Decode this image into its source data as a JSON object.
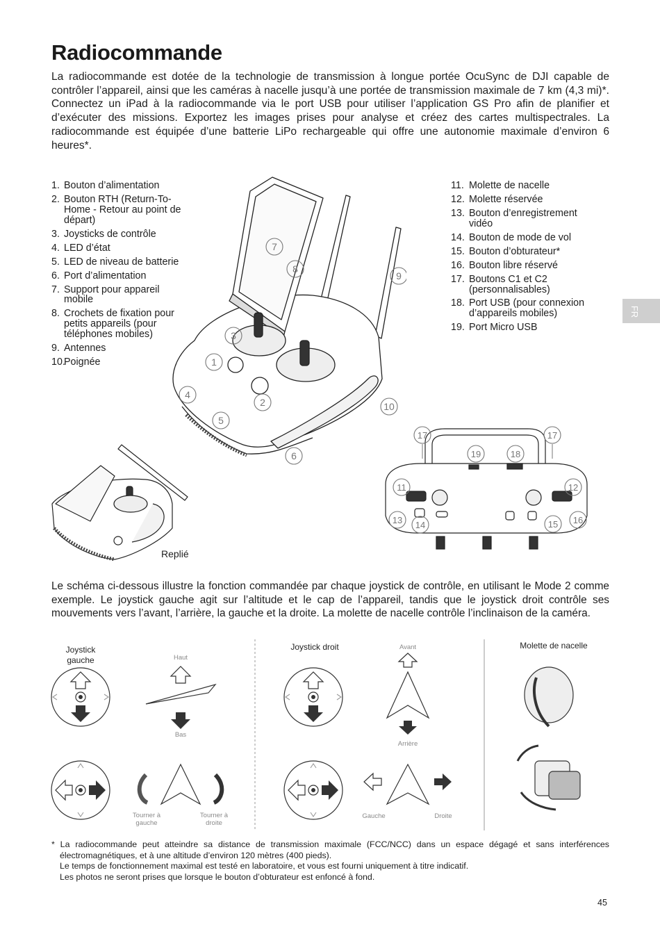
{
  "page": {
    "title": "Radiocommande",
    "intro": "La radiocommande est dotée de la technologie de transmission à longue portée OcuSync de DJI capable de contrôler l’appareil, ainsi que les caméras à nacelle jusqu’à une portée de transmission maximale de 7 km (4,3 mi)*. Connectez un iPad à la radiocommande via le port USB pour utiliser l’application GS Pro afin de planifier et d’exécuter des missions. Exportez les images prises pour analyse et créez des cartes multispectrales. La radiocommande est équipée d’une batterie LiPo rechargeable qui offre une autonomie maximale d’environ 6 heures*.",
    "lang_tab": "FR",
    "page_number": "45"
  },
  "parts_left": [
    {
      "num": "1.",
      "label": "Bouton d’alimentation"
    },
    {
      "num": "2.",
      "label": "Bouton RTH (Return-To-Home - Retour au point de départ)"
    },
    {
      "num": "3.",
      "label": "Joysticks de contrôle"
    },
    {
      "num": "4.",
      "label": "LED d’état"
    },
    {
      "num": "5.",
      "label": "LED de niveau de batterie"
    },
    {
      "num": "6.",
      "label": "Port d’alimentation"
    },
    {
      "num": "7.",
      "label": "Support pour appareil mobile"
    },
    {
      "num": "8.",
      "label": "Crochets de fixation pour petits appareils (pour téléphones mobiles)"
    },
    {
      "num": "9.",
      "label": "Antennes"
    },
    {
      "num": "10.",
      "label": "Poignée"
    }
  ],
  "parts_right": [
    {
      "num": "11.",
      "label": "Molette de nacelle"
    },
    {
      "num": "12.",
      "label": "Molette réservée"
    },
    {
      "num": "13.",
      "label": "Bouton d’enregistrement vidéo"
    },
    {
      "num": "14.",
      "label": "Bouton de mode de vol"
    },
    {
      "num": "15.",
      "label": "Bouton d’obturateur*"
    },
    {
      "num": "16.",
      "label": "Bouton libre réservé"
    },
    {
      "num": "17.",
      "label": "Boutons C1 et C2 (personnalisables)"
    },
    {
      "num": "18.",
      "label": "Port USB (pour connexion d’appareils mobiles)"
    },
    {
      "num": "19.",
      "label": "Port Micro USB"
    }
  ],
  "figure_labels": {
    "folded_caption": "Replié",
    "callouts_front": [
      "1",
      "2",
      "3",
      "4",
      "5",
      "6",
      "7",
      "8",
      "9",
      "10"
    ],
    "callouts_back": [
      "11",
      "12",
      "13",
      "14",
      "15",
      "16",
      "17",
      "17",
      "18",
      "19"
    ]
  },
  "paragraph2": "Le schéma ci-dessous illustre la fonction commandée par chaque joystick de contrôle, en utilisant le Mode 2 comme exemple. Le joystick gauche agit sur l’altitude et le cap de l’appareil, tandis que le joystick droit contrôle ses mouvements vers l’avant, l’arrière, la gauche et la droite. La molette de nacelle contrôle l’inclinaison de la caméra.",
  "stick_diagram": {
    "left_title": "Joystick gauche",
    "right_title": "Joystick droit",
    "gimbal_title": "Molette de nacelle",
    "up": "Haut",
    "down": "Bas",
    "turn_left": "Tourner à gauche",
    "turn_right": "Tourner à droite",
    "forward": "Avant",
    "backward": "Arrière",
    "left": "Gauche",
    "right": "Droite"
  },
  "footnotes": {
    "line1": "* La radiocommande peut atteindre sa distance de transmission maximale (FCC/NCC) dans un espace dégagé et sans interférences électromagnétiques, et à une altitude d’environ 120 mètres (400 pieds).",
    "line2": "Le temps de fonctionnement maximal est testé en laboratoire, et vous est fourni uniquement à titre indicatif.",
    "line3": "Les photos ne seront prises que lorsque le bouton d’obturateur est enfoncé à fond."
  }
}
